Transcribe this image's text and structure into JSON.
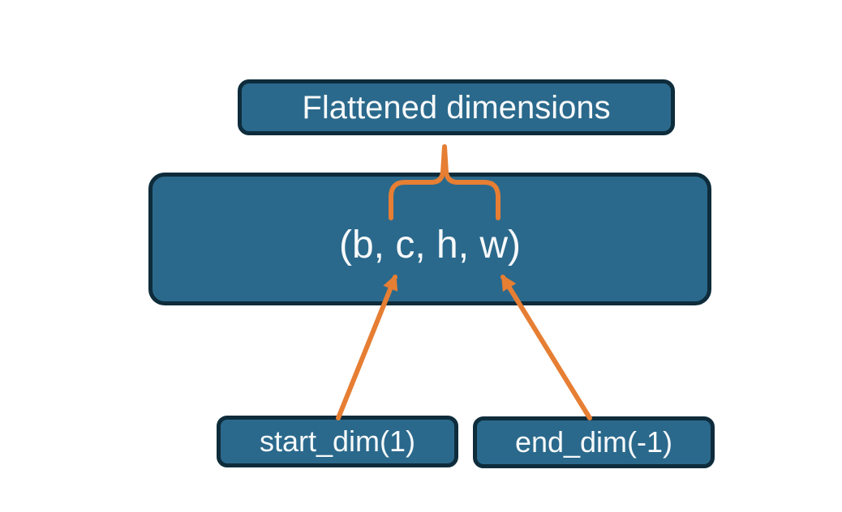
{
  "diagram": {
    "top_box": {
      "label": "Flattened dimensions"
    },
    "tensor_box": {
      "label": "(b, c, h, w)"
    },
    "start_box": {
      "label": "start_dim(1)"
    },
    "end_box": {
      "label": "end_dim(-1)"
    }
  },
  "colors": {
    "box_fill": "#2A698C",
    "box_border": "#0E2C3B",
    "accent_orange": "#E67E33",
    "text": "#F7F9FA",
    "background": "#FFFFFF"
  }
}
